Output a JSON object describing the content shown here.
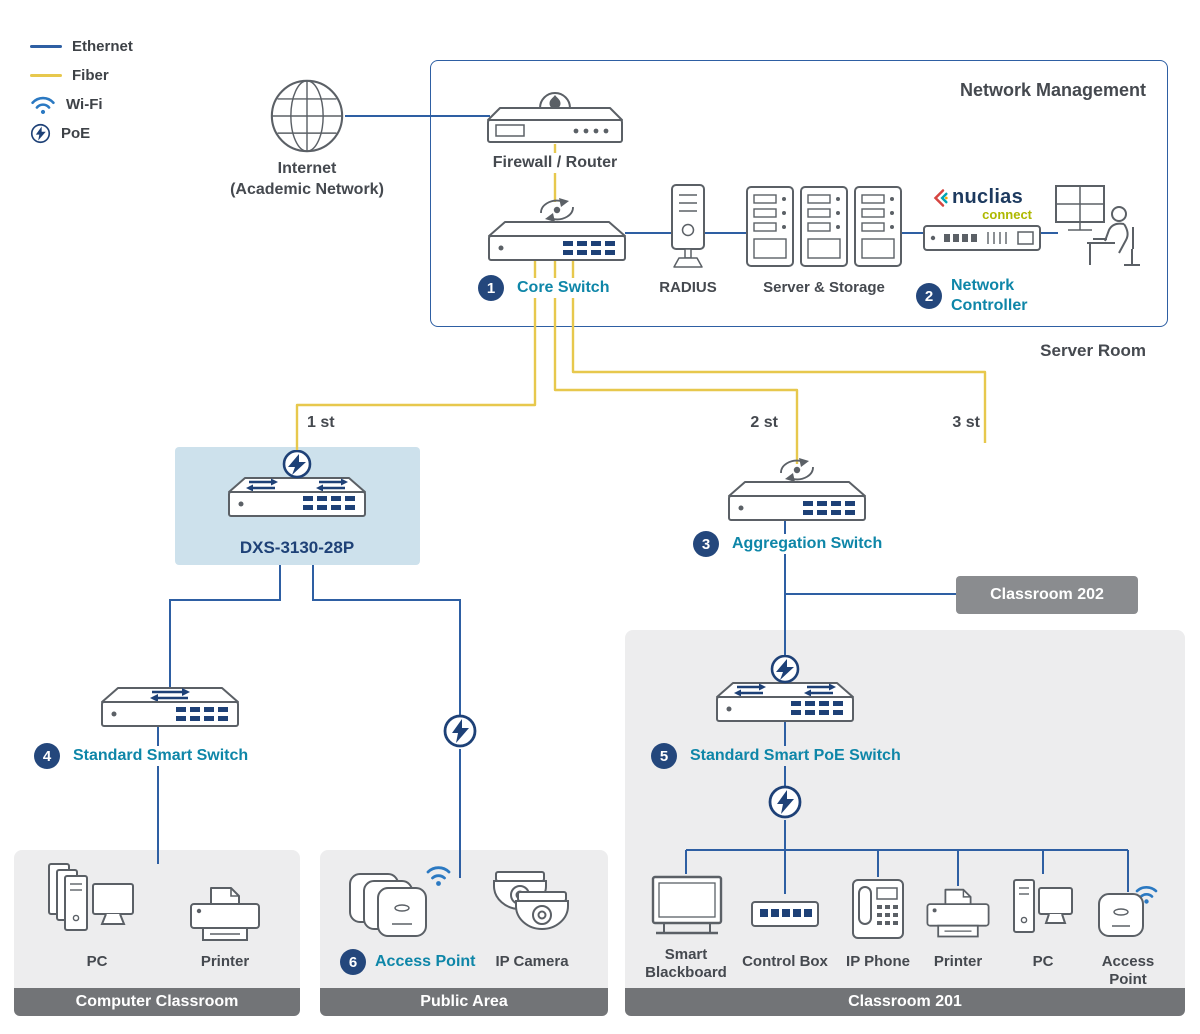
{
  "colors": {
    "ethernet": "#2e5fa3",
    "fiber": "#e7c84d",
    "teal_label": "#0e86a8",
    "badge": "#24477c",
    "area_bg": "#ededee",
    "footer_bg": "#727477",
    "highlight_bg": "#cde1ec"
  },
  "legend": {
    "ethernet": "Ethernet",
    "fiber": "Fiber",
    "wifi": "Wi-Fi",
    "poe": "PoE"
  },
  "internet": {
    "line1": "Internet",
    "line2": "(Academic Network)"
  },
  "network_management": {
    "title": "Network Management",
    "firewall_label": "Firewall / Router",
    "core_switch": {
      "num": "1",
      "label": "Core Switch"
    },
    "radius_label": "RADIUS",
    "server_storage_label": "Server & Storage",
    "network_controller": {
      "num": "2",
      "label": "Network Controller"
    },
    "nuclias": {
      "name": "nuclias",
      "sub": "connect"
    },
    "footer": "Server Room"
  },
  "risers": {
    "first": "1 st",
    "second": "2 st",
    "third": "3 st"
  },
  "dxs_switch": {
    "label": "DXS-3130-28P"
  },
  "aggregation_switch": {
    "num": "3",
    "label": "Aggregation Switch"
  },
  "standard_switch": {
    "num": "4",
    "label": "Standard Smart Switch"
  },
  "poe_switch": {
    "num": "5",
    "label": "Standard Smart PoE Switch"
  },
  "classroom202_badge": "Classroom 202",
  "computer_classroom": {
    "footer": "Computer Classroom",
    "pc_label": "PC",
    "printer_label": "Printer"
  },
  "public_area": {
    "footer": "Public Area",
    "access_point": {
      "num": "6",
      "label": "Access Point"
    },
    "ip_camera_label": "IP Camera"
  },
  "classroom201": {
    "footer": "Classroom 201",
    "devices": [
      "Smart Blackboard",
      "Control Box",
      "IP Phone",
      "Printer",
      "PC",
      "Access Point"
    ]
  }
}
